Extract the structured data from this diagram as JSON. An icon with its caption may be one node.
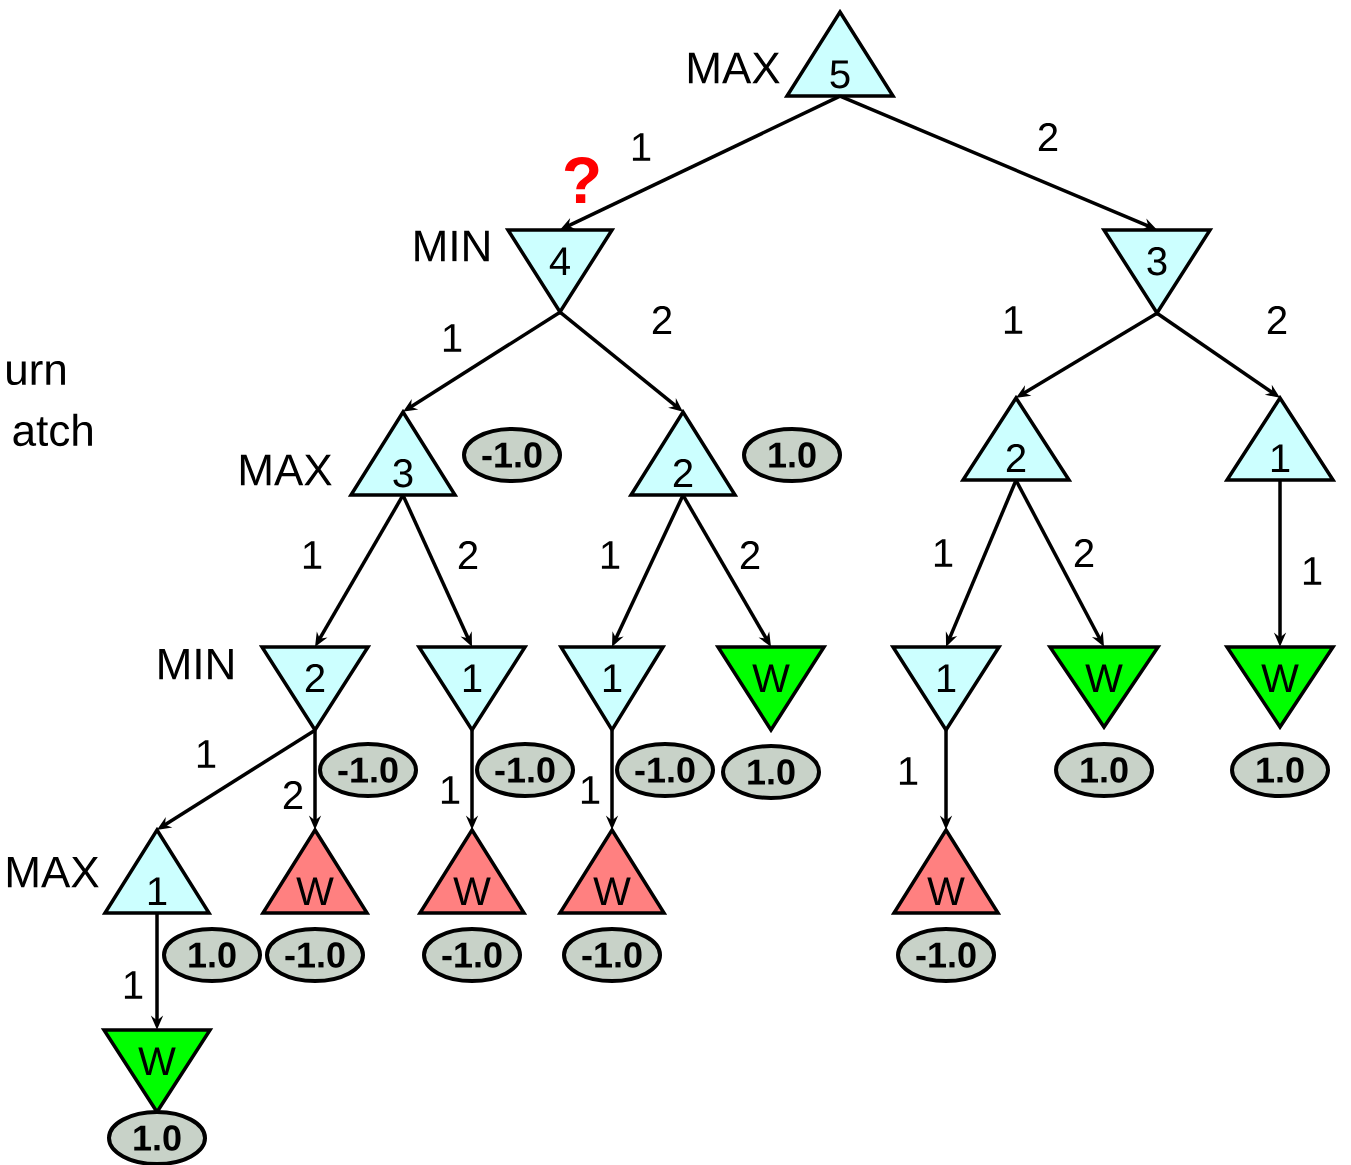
{
  "diagram": {
    "nodes": [
      {
        "text": [
          "5"
        ]
      },
      {
        "text": [
          "4"
        ]
      },
      {
        "text": [
          "3"
        ]
      },
      {
        "text": [
          "3"
        ]
      },
      {
        "text": [
          "2"
        ]
      },
      {
        "text": [
          "2"
        ]
      },
      {
        "text": [
          "1"
        ]
      },
      {
        "text": [
          "2"
        ]
      },
      {
        "text": [
          "1"
        ]
      },
      {
        "text": [
          "1"
        ]
      },
      {
        "text": [
          "W"
        ]
      },
      {
        "text": [
          "1"
        ]
      },
      {
        "text": [
          "W"
        ]
      },
      {
        "text": [
          "W"
        ]
      },
      {
        "text": [
          "1"
        ]
      },
      {
        "text": [
          "W"
        ]
      },
      {
        "text": [
          "W"
        ]
      },
      {
        "text": [
          "W"
        ]
      },
      {
        "text": [
          "W"
        ]
      },
      {
        "text": [
          "W"
        ]
      },
      {
        "text": [
          "-1.0"
        ]
      },
      {
        "text": [
          "1.0"
        ]
      },
      {
        "text": [
          "-1.0"
        ]
      },
      {
        "text": [
          "-1.0"
        ]
      },
      {
        "text": [
          "-1.0"
        ]
      },
      {
        "text": [
          "1.0"
        ]
      },
      {
        "text": [
          "1.0"
        ]
      },
      {
        "text": [
          "1.0"
        ]
      },
      {
        "text": [
          "1.0"
        ]
      },
      {
        "text": [
          "-1.0"
        ]
      },
      {
        "text": [
          "-1.0"
        ]
      },
      {
        "text": [
          "-1.0"
        ]
      },
      {
        "text": [
          "-1.0"
        ]
      },
      {
        "text": [
          "1.0"
        ]
      }
    ],
    "edges": [
      {
        "from": 0,
        "to": 1,
        "arrow": "to",
        "label": "1"
      },
      {
        "from": 0,
        "to": 2,
        "arrow": "to",
        "label": "2"
      },
      {
        "from": 1,
        "to": 3,
        "arrow": "to",
        "label": "1"
      },
      {
        "from": 1,
        "to": 4,
        "arrow": "to",
        "label": "2"
      },
      {
        "from": 2,
        "to": 5,
        "arrow": "to",
        "label": "1"
      },
      {
        "from": 2,
        "to": 6,
        "arrow": "to",
        "label": "2"
      },
      {
        "from": 3,
        "to": 7,
        "arrow": "to",
        "label": "1"
      },
      {
        "from": 3,
        "to": 8,
        "arrow": "to",
        "label": "2"
      },
      {
        "from": 4,
        "to": 9,
        "arrow": "to",
        "label": "1"
      },
      {
        "from": 4,
        "to": 10,
        "arrow": "to",
        "label": "2"
      },
      {
        "from": 5,
        "to": 11,
        "arrow": "to",
        "label": "1"
      },
      {
        "from": 5,
        "to": 12,
        "arrow": "to",
        "label": "2"
      },
      {
        "from": 6,
        "to": 13,
        "arrow": "to",
        "label": "1"
      },
      {
        "from": 7,
        "to": 14,
        "arrow": "to",
        "label": "1"
      },
      {
        "from": 7,
        "to": 15,
        "arrow": "to",
        "label": "2"
      },
      {
        "from": 8,
        "to": 16,
        "arrow": "to",
        "label": "1"
      },
      {
        "from": 9,
        "to": 17,
        "arrow": "to",
        "label": "1"
      },
      {
        "from": 11,
        "to": 18,
        "arrow": "to",
        "label": "1"
      },
      {
        "from": 14,
        "to": 19,
        "arrow": "to",
        "label": "1"
      }
    ],
    "labels": [
      "MAX",
      "?",
      "MIN",
      "urn",
      "atch",
      "MAX",
      "MIN",
      "MAX"
    ]
  }
}
